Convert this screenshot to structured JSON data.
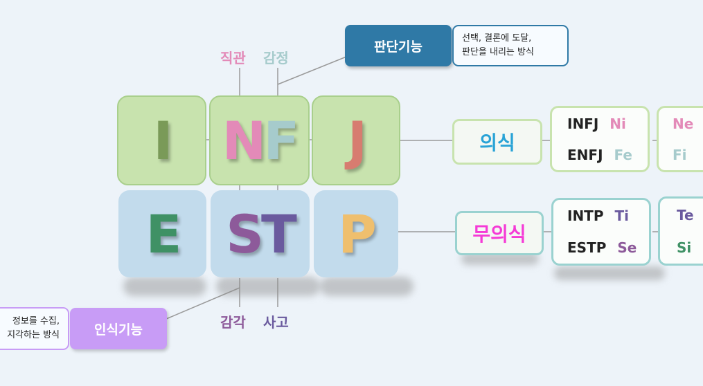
{
  "colors": {
    "intuition": "#e38ab8",
    "feeling": "#a6cbcc",
    "sensing": "#8d5a9a",
    "thinking": "#6a5a9e",
    "judging_box": "#2f79a6",
    "perceiving_box": "#c89cf6",
    "conscious": "#29a3d6",
    "unconscious": "#f53ad6"
  },
  "letters": {
    "top": [
      {
        "text": "I",
        "color": "#7a9a58"
      },
      {
        "text": "N",
        "color": "#e38ab8"
      },
      {
        "text": "F",
        "color": "#a6cbcc"
      },
      {
        "text": "J",
        "color": "#d77c70"
      }
    ],
    "bottom": [
      {
        "text": "E",
        "color": "#3f9165"
      },
      {
        "text": "S",
        "color": "#8d5a9a"
      },
      {
        "text": "T",
        "color": "#6a5a9e"
      },
      {
        "text": "P",
        "color": "#efbf6e"
      }
    ]
  },
  "labels": {
    "intuition": "직관",
    "feeling": "감정",
    "sensing": "감각",
    "thinking": "사고"
  },
  "judging": {
    "title": "판단기능",
    "desc_line1": "선택, 결론에 도달,",
    "desc_line2": "판단을 내리는 방식"
  },
  "perceiving": {
    "title": "인식기능",
    "desc_line1": "정보를 수집,",
    "desc_line2": "지각하는 방식"
  },
  "conscious": {
    "label": "의식",
    "rows": [
      {
        "type": "INFJ",
        "fn": "Ni",
        "fn_color": "#e38ab8",
        "next": "Ne",
        "next_color": "#e38ab8"
      },
      {
        "type": "ENFJ",
        "fn": "Fe",
        "fn_color": "#a6cbcc",
        "next": "Fi",
        "next_color": "#a6cbcc"
      }
    ]
  },
  "unconscious": {
    "label": "무의식",
    "rows": [
      {
        "type": "INTP",
        "fn": "Ti",
        "fn_color": "#6a5a9e",
        "next": "Te",
        "next_color": "#6a5a9e"
      },
      {
        "type": "ESTP",
        "fn": "Se",
        "fn_color": "#8d5a9a",
        "next": "Si",
        "next_color": "#3f9165"
      }
    ]
  }
}
